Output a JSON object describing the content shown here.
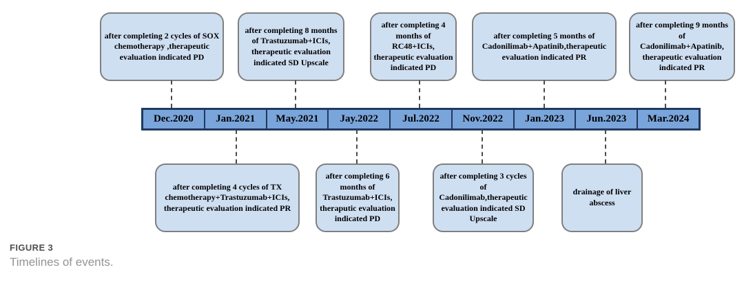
{
  "figure": {
    "caption_label": "FIGURE 3",
    "caption_text": "Timelines of events."
  },
  "timeline": {
    "dates": [
      "Dec.2020",
      "Jan.2021",
      "May.2021",
      "Jay.2022",
      "Jul.2022",
      "Nov.2022",
      "Jan.2023",
      "Jun.2023",
      "Mar.2024"
    ]
  },
  "top_events": [
    {
      "date": "Dec.2020",
      "text": "after completing 2 cycles of SOX\nchemotherapy ,therapeutic\nevaluation indicated PD"
    },
    {
      "date": "May.2021",
      "text": "after completing 8 months\nof Trastuzumab+ICIs,\ntherapeutic evaluation\nindicated SD Upscale"
    },
    {
      "date": "Jul.2022",
      "text": "after completing 4\nmonths of\nRC48+ICIs,\ntherapeutic evaluation\nindicated PD"
    },
    {
      "date": "Jan.2023",
      "text": "after completing 5 months of\nCadonilimab+Apatinib,therapeutic\nevaluation indicated PR"
    },
    {
      "date": "Mar.2024",
      "text": "after completing 9 months\nof\nCadonilimab+Apatinib,\ntherapeutic evaluation\nindicated PR"
    }
  ],
  "bottom_events": [
    {
      "date": "Jan.2021",
      "text": "after completing 4 cycles of TX\nchemotherapy+Trastuzumab+ICIs,\ntherapeutic evaluation indicated PR"
    },
    {
      "date": "Jay.2022",
      "text": "after completing 6\nmonths of\nTrastuzumab+ICIs,\ntheraputic evaluation\nindicated PD"
    },
    {
      "date": "Nov.2022",
      "text": "after completing 3 cycles\nof\nCadonilimab,therapeutic\nevaluation indicated SD\nUpscale"
    },
    {
      "date": "Jun.2023",
      "text": "drainage of liver\nabscess"
    }
  ],
  "colors": {
    "box_fill": "#cfdff2",
    "box_border": "#7f7f7f",
    "bar_fill": "#7aa5db",
    "bar_border": "#1e3a5f",
    "connector": "#4a4a4a",
    "text": "#000000",
    "caption_label": "#4f4f4f",
    "caption_text": "#939393"
  }
}
